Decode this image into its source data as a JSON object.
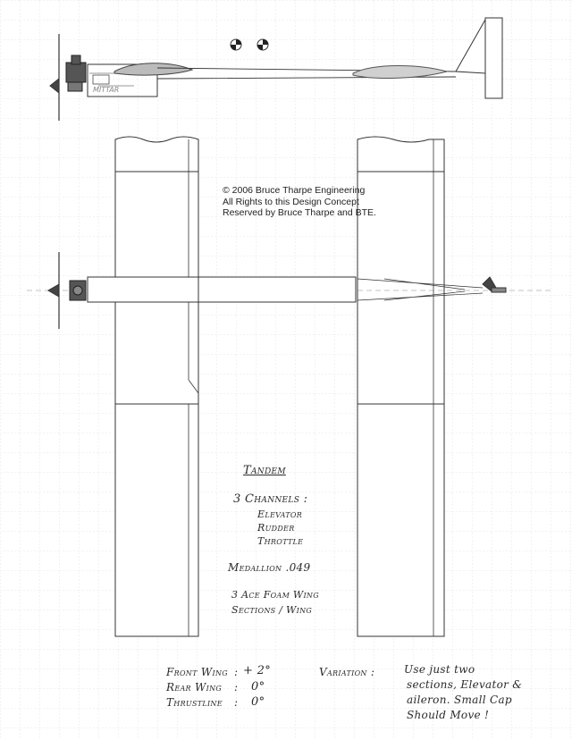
{
  "copyright": {
    "line1": "© 2006 Bruce Tharpe Engineering",
    "line2": "All Rights to this Design Concept",
    "line3": "Reserved by Bruce Tharpe and BTE."
  },
  "notes": {
    "title": "Tandem",
    "channels_heading": "3 Channels :",
    "channels": [
      "Elevator",
      "Rudder",
      "Throttle"
    ],
    "engine": "Medallion .049",
    "foam_line1": "3 Ace Foam Wing",
    "foam_line2": "Sections / Wing"
  },
  "incidence": [
    {
      "label": "Front Wing",
      "sep": ":",
      "value": "+ 2°"
    },
    {
      "label": "Rear Wing",
      "sep": ":",
      "value": "0°"
    },
    {
      "label": "Thrustline",
      "sep": ":",
      "value": "0°"
    }
  ],
  "variation": {
    "label": "Variation :",
    "lines": [
      "Use just two",
      "sections, Elevator &",
      "aileron. Small Cap",
      "Should Move !"
    ]
  },
  "side_view_label": "MITTAR"
}
